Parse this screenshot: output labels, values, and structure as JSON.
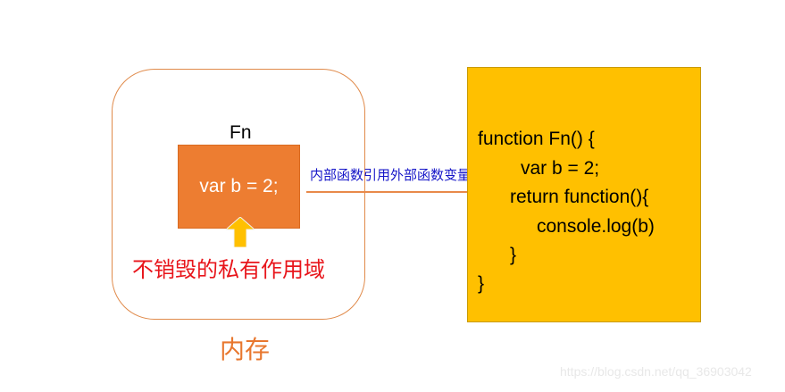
{
  "memory": {
    "label": "内存",
    "fn_title": "Fn",
    "scope_code": "var b = 2;",
    "scope_caption": "不销毁的私有作用域"
  },
  "reference": {
    "label": "内部函数引用外部函数变量"
  },
  "code": {
    "lines": [
      "function Fn() {",
      "var b = 2;",
      "return function(){",
      "console.log(b)",
      "}",
      "}"
    ]
  },
  "watermark": "https://blog.csdn.net/qq_36903042",
  "colors": {
    "memory_border": "#e08a4a",
    "scope_fill": "#ed7d31",
    "code_fill": "#ffc000",
    "caption_red": "#e8151b",
    "label_blue": "#1616c8",
    "arrow_yellow": "#ffc000"
  }
}
